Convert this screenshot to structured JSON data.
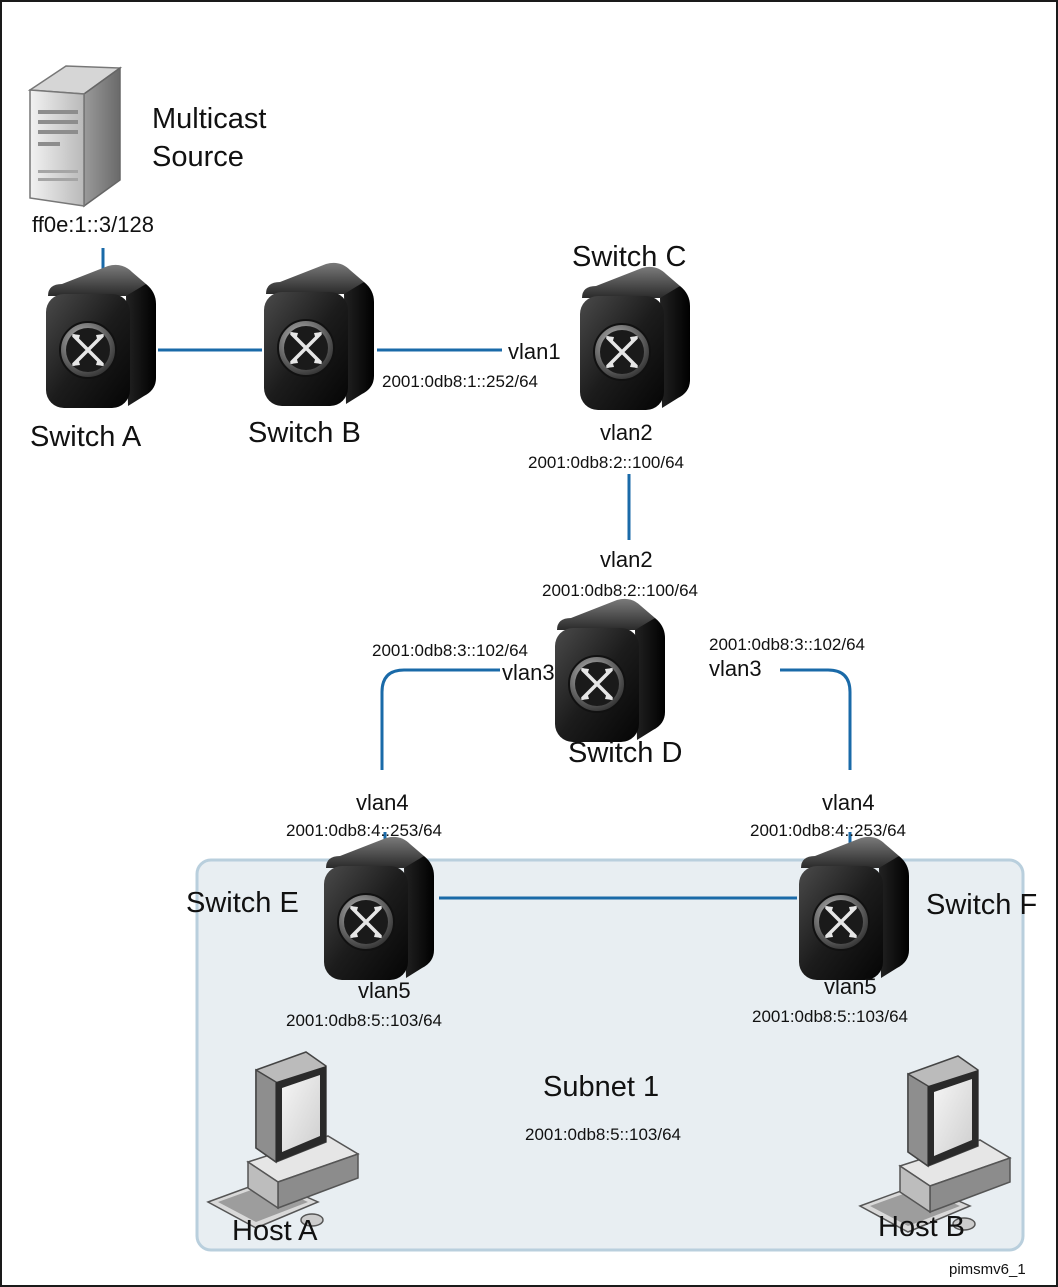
{
  "source": {
    "label_line1": "Multicast",
    "label_line2": "Source",
    "address": "ff0e:1::3/128"
  },
  "switches": {
    "a": {
      "name": "Switch A"
    },
    "b": {
      "name": "Switch B"
    },
    "c": {
      "name": "Switch C",
      "vlan1": "vlan1",
      "vlan1_addr": "2001:0db8:1::252/64",
      "vlan2": "vlan2",
      "vlan2_addr": "2001:0db8:2::100/64"
    },
    "d": {
      "name": "Switch D",
      "vlan2": "vlan2",
      "vlan2_addr": "2001:0db8:2::100/64",
      "vlan3_left": "vlan3",
      "vlan3_left_addr": "2001:0db8:3::102/64",
      "vlan3_right": "vlan3",
      "vlan3_right_addr": "2001:0db8:3::102/64"
    },
    "e": {
      "name": "Switch E",
      "vlan4": "vlan4",
      "vlan4_addr": "2001:0db8:4::253/64",
      "vlan5": "vlan5",
      "vlan5_addr": "2001:0db8:5::103/64"
    },
    "f": {
      "name": "Switch F",
      "vlan4": "vlan4",
      "vlan4_addr": "2001:0db8:4::253/64",
      "vlan5": "vlan5",
      "vlan5_addr": "2001:0db8:5::103/64"
    }
  },
  "subnet": {
    "name": "Subnet 1",
    "address": "2001:0db8:5::103/64"
  },
  "hosts": {
    "a": {
      "name": "Host A"
    },
    "b": {
      "name": "Host B"
    }
  },
  "figure_id": "pimsmv6_1",
  "colors": {
    "link": "#1a6aa8",
    "subnet_fill": "#e8eef2",
    "subnet_border": "#b9cfdd"
  }
}
